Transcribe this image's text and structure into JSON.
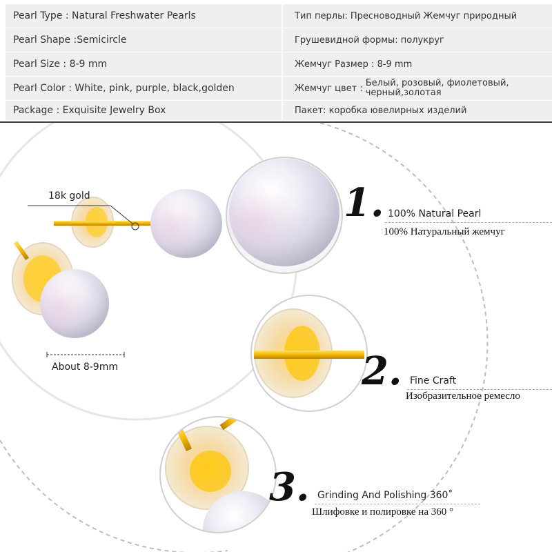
{
  "specs": {
    "row1": {
      "en": "Pearl Type : Natural Freshwater Pearls",
      "ru": "Тип перлы: Пресноводный Жемчуг природный"
    },
    "row2": {
      "en": "Pearl Shape :Semicircle",
      "ru": "Грушевидной формы: полукруг"
    },
    "row3": {
      "en": "Pearl Size : 8-9 mm",
      "ru": "Жемчуг Размер : 8-9 mm"
    },
    "row4": {
      "en": "Pearl Color : White, pink, purple, black,golden",
      "ru_label": "Жемчуг цвет :",
      "ru_line1": "Белый, розовый, фиолетовый,",
      "ru_line2": "черный,золотая"
    },
    "row5": {
      "en": "Package : Exquisite Jewelry Box",
      "ru": "Пакет: коробка ювелирных изделий"
    }
  },
  "product": {
    "gold_label": "18k gold",
    "size_label": "About 8-9mm",
    "features": [
      {
        "num": "1.",
        "en": "100% Natural Pearl",
        "ru": "100% Натуральный жемчуг"
      },
      {
        "num": "2.",
        "en": "Fine Craft",
        "ru": "Изобразительное ремесло"
      },
      {
        "num": "3.",
        "en": "Grinding And Polishing 360˚",
        "ru": "Шлифовке и полировке на 360 °"
      }
    ]
  },
  "colors": {
    "gold": "#f2b800",
    "pearl": "#e9e9f3",
    "cell_bg": "#efefef"
  }
}
